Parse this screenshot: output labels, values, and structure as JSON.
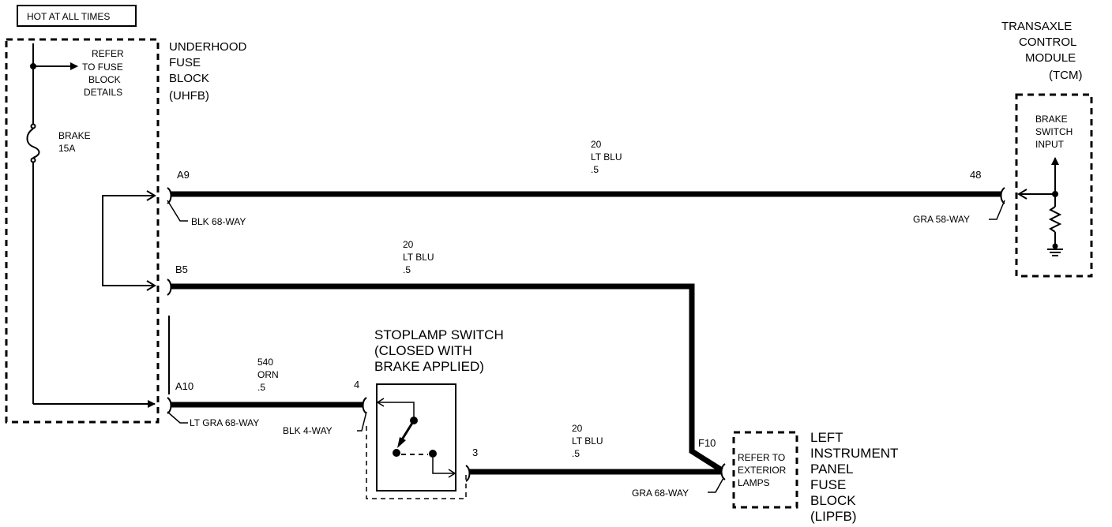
{
  "hot_label": "HOT AT ALL TIMES",
  "uhfb": {
    "name_lines": [
      "UNDERHOOD",
      "FUSE",
      "BLOCK",
      "(UHFB)"
    ],
    "refer_lines": [
      "REFER",
      "TO FUSE",
      "BLOCK",
      "DETAILS"
    ],
    "fuse_lines": [
      "BRAKE",
      "15A"
    ]
  },
  "tcm": {
    "name_lines": [
      "TRANSAXLE",
      "CONTROL",
      "MODULE",
      "(TCM)"
    ],
    "input_lines": [
      "BRAKE",
      "SWITCH",
      "INPUT"
    ]
  },
  "stoplamp": {
    "name_lines": [
      "STOPLAMP SWITCH",
      "(CLOSED WITH",
      "BRAKE APPLIED)"
    ]
  },
  "lipfb": {
    "name_lines": [
      "LEFT",
      "INSTRUMENT",
      "PANEL",
      "FUSE",
      "BLOCK",
      "(LIPFB)"
    ],
    "refer_lines": [
      "REFER TO",
      "EXTERIOR",
      "LAMPS"
    ]
  },
  "pins": {
    "a9": "A9",
    "b5": "B5",
    "a10": "A10",
    "p48": "48",
    "p4": "4",
    "p3": "3",
    "f10": "F10"
  },
  "connectors": {
    "blk68": "BLK 68-WAY",
    "gra58": "GRA 58-WAY",
    "ltgra68": "LT GRA 68-WAY",
    "blk4": "BLK 4-WAY",
    "gra68": "GRA 68-WAY"
  },
  "wires": {
    "top": [
      "20",
      "LT BLU",
      ".5"
    ],
    "mid": [
      "20",
      "LT BLU",
      ".5"
    ],
    "orn": [
      "540",
      "ORN",
      ".5"
    ],
    "bot": [
      "20",
      "LT BLU",
      ".5"
    ]
  },
  "colors": {
    "ink": "#000000",
    "background": "#ffffff"
  }
}
